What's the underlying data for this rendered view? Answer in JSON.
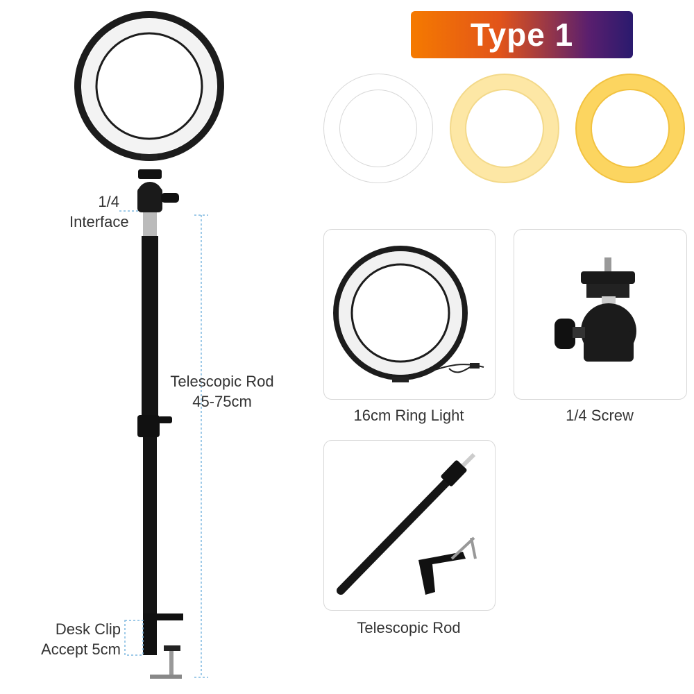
{
  "badge": {
    "text": "Type 1"
  },
  "colors": {
    "badge_start": "#f57a00",
    "badge_end": "#2a1a6e",
    "warm_ring": "#fde7a5",
    "yellow_ring": "#fcd560"
  },
  "labels": {
    "interface_line1": "1/4",
    "interface_line2": "Interface",
    "rod_line1": "Telescopic Rod",
    "rod_line2": "45-75cm",
    "clip_line1": "Desk Clip",
    "clip_line2": "Accept 5cm"
  },
  "color_modes": [
    {
      "name": "white-ring",
      "color": "#ffffff"
    },
    {
      "name": "warm-ring",
      "color": "#fde7a5"
    },
    {
      "name": "yellow-ring",
      "color": "#fcd560"
    }
  ],
  "parts": {
    "ring_light": "16cm Ring Light",
    "screw": "1/4 Screw",
    "rod": "Telescopic Rod"
  }
}
